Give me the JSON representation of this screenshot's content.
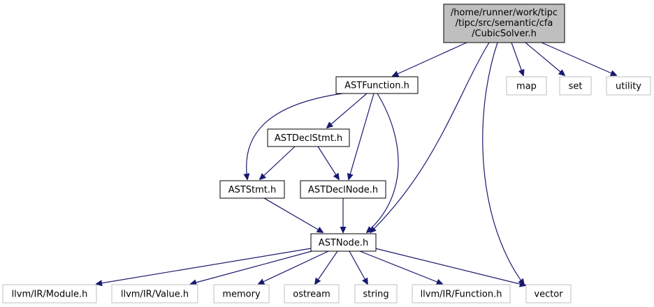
{
  "colors": {
    "edge": "#191970",
    "root_fill": "#bfbfbf",
    "node_border": "#000000",
    "external_border": "#bfbfbf",
    "background": "#ffffff"
  },
  "root": {
    "lines": [
      "/home/runner/work/tipc",
      "/tipc/src/semantic/cfa",
      "/CubicSolver.h"
    ]
  },
  "nodes": {
    "astfunction": "ASTFunction.h",
    "astdeclstmt": "ASTDeclStmt.h",
    "aststmt": "ASTStmt.h",
    "astdeclnode": "ASTDeclNode.h",
    "astnode": "ASTNode.h",
    "map": "map",
    "set": "set",
    "utility": "utility",
    "llvm_module": "llvm/IR/Module.h",
    "llvm_value": "llvm/IR/Value.h",
    "memory": "memory",
    "ostream": "ostream",
    "string": "string",
    "llvm_function": "llvm/IR/Function.h",
    "vector": "vector"
  }
}
